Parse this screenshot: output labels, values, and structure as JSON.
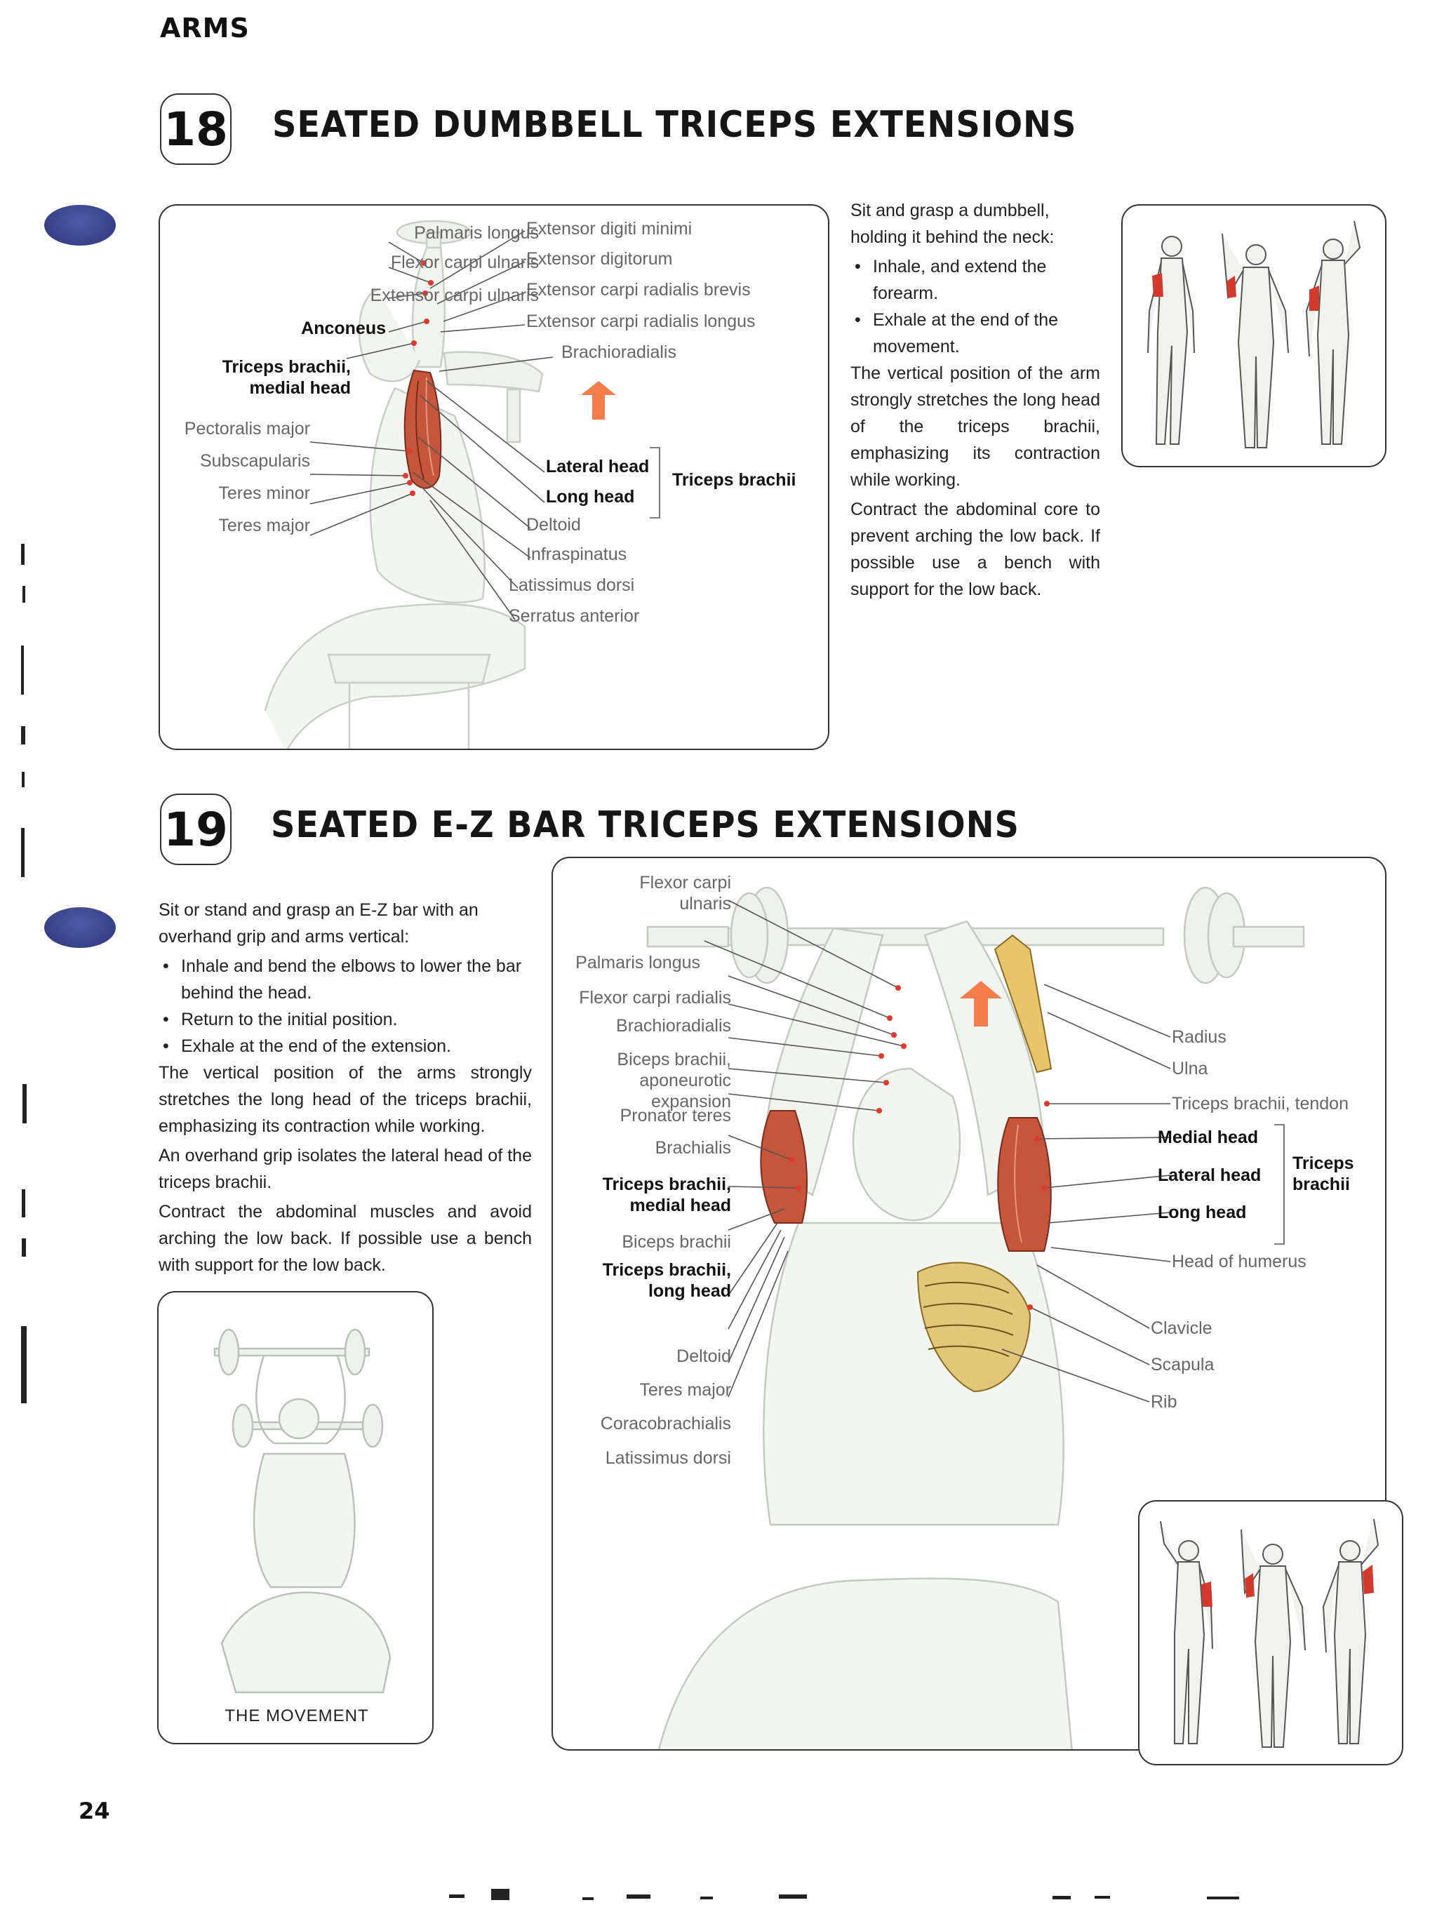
{
  "section": "ARMS",
  "page_number": "24",
  "ex18": {
    "number": "18",
    "title": "SEATED DUMBBELL TRICEPS EXTENSIONS",
    "intro": "Sit and grasp a dumbbell, holding it behind the neck:",
    "steps": [
      "Inhale, and extend the forearm.",
      "Exhale at the end of the movement."
    ],
    "para1": "The vertical position of the arm strongly stretches the long head of the triceps brachii, emphasizing its contraction while working.",
    "para2": "Contract the abdominal core to prevent arching the low back. If possible use a bench with support for the low back.",
    "labels": {
      "palmaris_longus": "Palmaris longus",
      "flexor_carpi_ulnaris": "Flexor carpi ulnaris",
      "extensor_carpi_ulnaris": "Extensor carpi ulnaris",
      "anconeus": "Anconeus",
      "triceps_medial": "Triceps brachii, medial head",
      "pectoralis_major": "Pectoralis major",
      "subscapularis": "Subscapularis",
      "teres_minor": "Teres minor",
      "teres_major": "Teres major",
      "extensor_digiti_minimi": "Extensor digiti minimi",
      "extensor_digitorum": "Extensor digitorum",
      "extensor_carpi_radialis_brevis": "Extensor carpi radialis brevis",
      "extensor_carpi_radialis_longus": "Extensor carpi radialis longus",
      "brachioradialis": "Brachioradialis",
      "lateral_head": "Lateral head",
      "long_head": "Long head",
      "triceps_brachii": "Triceps brachii",
      "deltoid": "Deltoid",
      "infraspinatus": "Infraspinatus",
      "latissimus_dorsi": "Latissimus dorsi",
      "serratus_anterior": "Serratus anterior"
    }
  },
  "ex19": {
    "number": "19",
    "title": "SEATED E-Z BAR TRICEPS EXTENSIONS",
    "intro": "Sit or stand and grasp an E-Z bar with an overhand grip and arms vertical:",
    "steps": [
      "Inhale and bend the elbows to lower the bar behind the head.",
      "Return to the initial position.",
      "Exhale at the end of the extension."
    ],
    "para1": "The vertical position of the arms strongly stretches the long head of the triceps brachii, emphasizing its contraction while working.",
    "para2": "An overhand grip isolates the lateral head of the triceps brachii.",
    "para3": "Contract the abdominal muscles and avoid arching the low back. If possible use a bench with support for the low back.",
    "movement_caption": "THE MOVEMENT",
    "labels": {
      "flexor_carpi_ulnaris": "Flexor carpi ulnaris",
      "palmaris_longus": "Palmaris longus",
      "flexor_carpi_radialis": "Flexor carpi radialis",
      "brachioradialis": "Brachioradialis",
      "biceps_aponeurotic": "Biceps brachii, aponeurotic expansion",
      "pronator_teres": "Pronator teres",
      "brachialis": "Brachialis",
      "triceps_medial": "Triceps brachii, medial head",
      "biceps_brachii": "Biceps brachii",
      "triceps_long": "Triceps brachii, long head",
      "deltoid": "Deltoid",
      "teres_major": "Teres major",
      "coracobrachialis": "Coracobrachialis",
      "latissimus_dorsi": "Latissimus dorsi",
      "radius": "Radius",
      "ulna": "Ulna",
      "triceps_tendon": "Triceps brachii, tendon",
      "medial_head": "Medial head",
      "lateral_head": "Lateral head",
      "long_head": "Long head",
      "triceps_brachii": "Triceps brachii",
      "head_of_humerus": "Head of humerus",
      "clavicle": "Clavicle",
      "scapula": "Scapula",
      "rib": "Rib"
    }
  }
}
